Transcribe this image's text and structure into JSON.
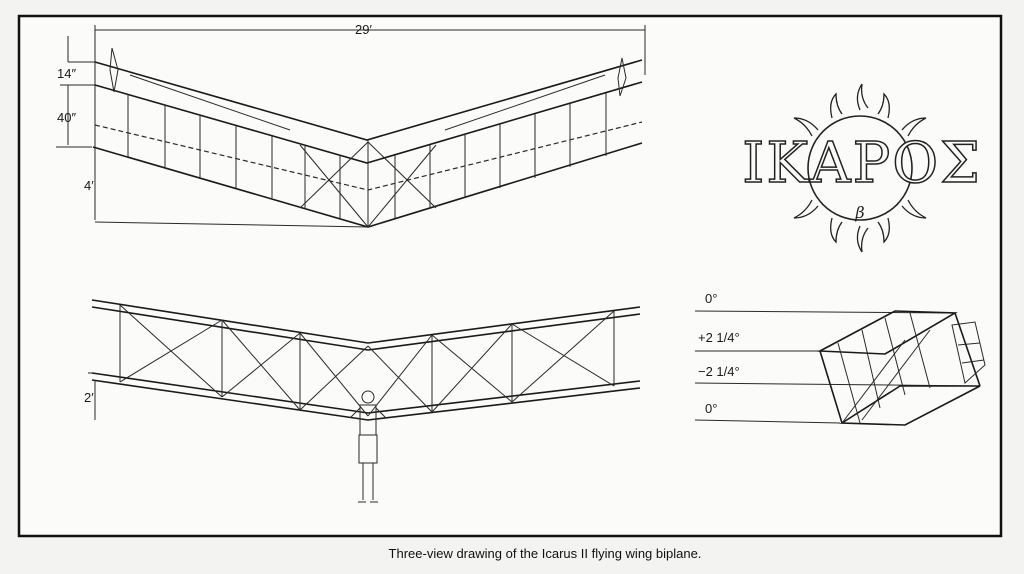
{
  "top_view": {
    "span": "29′",
    "dim_tip": "14″",
    "dim_chord": "40″",
    "dim_sweep": "4′"
  },
  "front_view": {
    "dim_gap": "2′"
  },
  "side_view": {
    "angles": [
      "0°",
      "+2 1/4°",
      "−2 1/4°",
      "0°"
    ]
  },
  "logo": {
    "text": "ΙΚΑΡΟΣ",
    "sub": "β"
  },
  "caption": "Three-view drawing of the Icarus II flying wing biplane."
}
